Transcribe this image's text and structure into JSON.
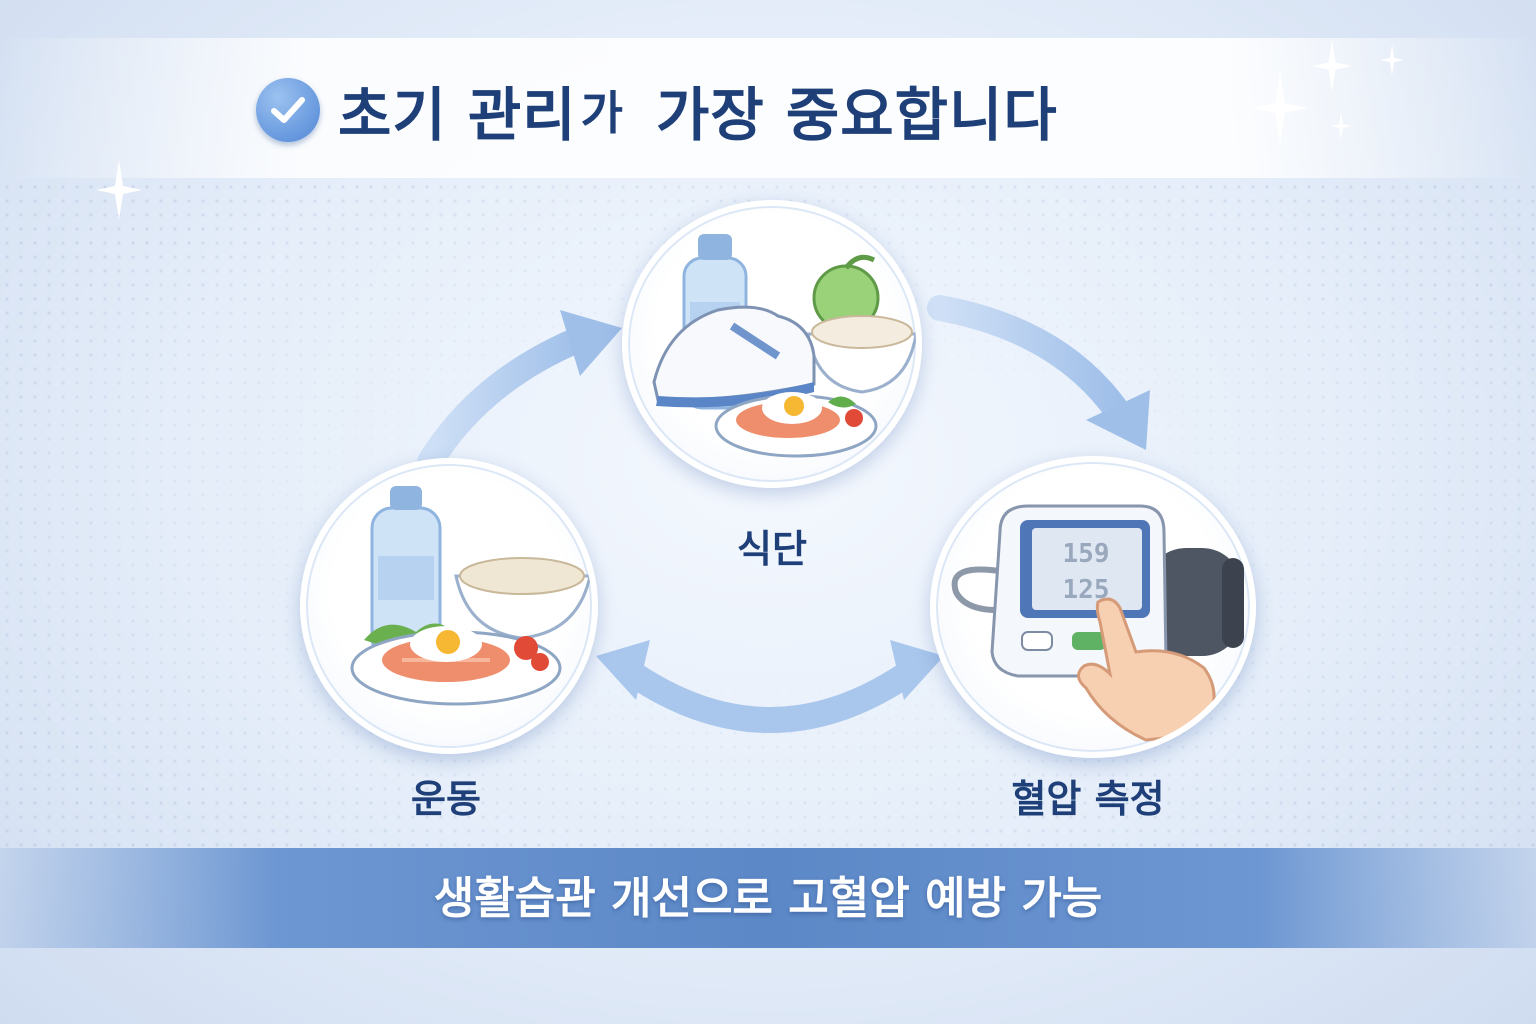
{
  "title": {
    "part1": "초기 관리",
    "part2": "가",
    "part3": "가장 중요합니다"
  },
  "nodes": {
    "diet": {
      "label": "식단",
      "icon": "shoe-water-meal-icon"
    },
    "exercise": {
      "label": "운동",
      "icon": "healthy-meal-icon"
    },
    "bp": {
      "label": "혈압 측정",
      "icon": "blood-pressure-monitor-icon",
      "display_top": "159",
      "display_bottom": "125"
    }
  },
  "footer": {
    "text": "생활습관 개선으로 고혈압 예방 가능"
  },
  "colors": {
    "title": "#1e3f78",
    "accent": "#4f86d6",
    "arrow": "#a9c6ec",
    "band": "#5c88c7"
  }
}
